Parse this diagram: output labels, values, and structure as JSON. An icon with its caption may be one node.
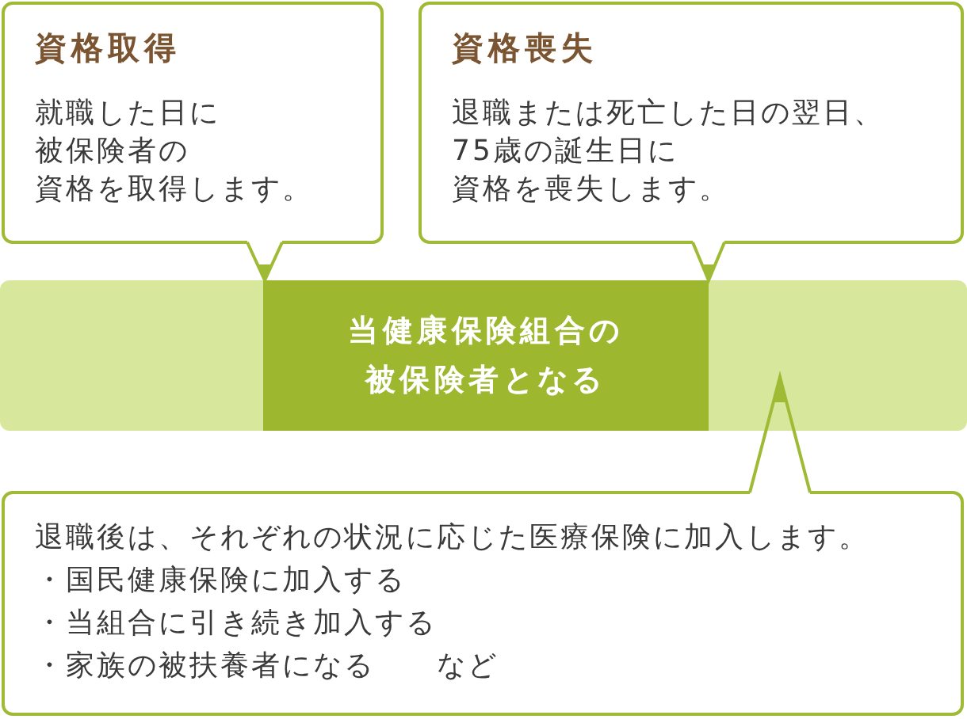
{
  "diagram": {
    "nodes": [
      {
        "text": [
          "資格取得",
          "就職した日に被保険者の資格を取得します。"
        ]
      },
      {
        "text": [
          "資格喪失",
          "退職または死亡した日の翌日、75歳の誕生日に資格を喪失します。"
        ]
      },
      {
        "text": [],
        "shape": "bar"
      },
      {
        "text": [
          "当健康保険組合の被保険者となる"
        ],
        "in": 2
      },
      {
        "text": [
          "退職後は、それぞれの状況に応じた医療保険に加入します。",
          "・国民健康保険に加入する",
          "・当組合に引き続き加入する",
          "・家族の被扶養者になる　　など"
        ]
      }
    ],
    "edges": [
      {
        "from": 0,
        "to": 3,
        "arrow": "to"
      },
      {
        "from": 1,
        "to": 3,
        "arrow": "to"
      },
      {
        "from": 4,
        "to": 2,
        "arrow": "to"
      }
    ]
  }
}
